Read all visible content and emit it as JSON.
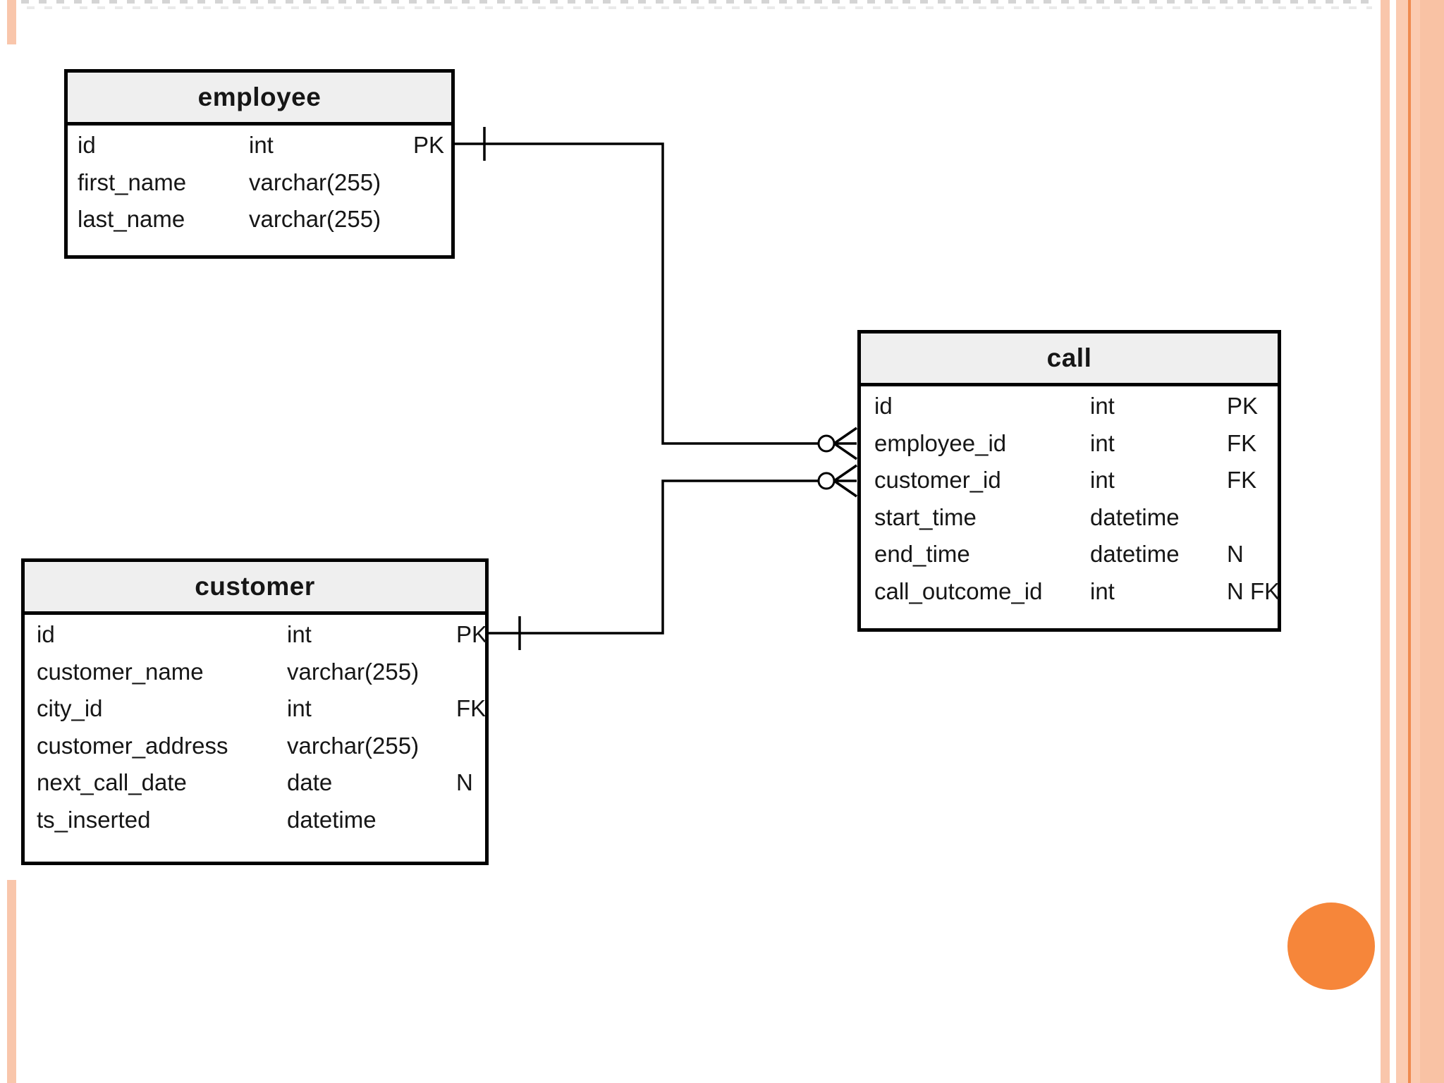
{
  "colors": {
    "accent-orange": "#f6863a",
    "accent-line": "#ef8a4e",
    "salmon": "#f9c6ab",
    "salmon-band": "#fbcbb1",
    "salmon-deep": "#f9c2a4",
    "table-header-bg": "#efefef",
    "line-color": "#000000"
  },
  "diagram": {
    "tables": [
      {
        "name": "employee",
        "columns": [
          {
            "name": "id",
            "type": "int",
            "flags": "PK"
          },
          {
            "name": "first_name",
            "type": "varchar(255)",
            "flags": ""
          },
          {
            "name": "last_name",
            "type": "varchar(255)",
            "flags": ""
          }
        ]
      },
      {
        "name": "call",
        "columns": [
          {
            "name": "id",
            "type": "int",
            "flags": "PK"
          },
          {
            "name": "employee_id",
            "type": "int",
            "flags": "FK"
          },
          {
            "name": "customer_id",
            "type": "int",
            "flags": "FK"
          },
          {
            "name": "start_time",
            "type": "datetime",
            "flags": ""
          },
          {
            "name": "end_time",
            "type": "datetime",
            "flags": "N"
          },
          {
            "name": "call_outcome_id",
            "type": "int",
            "flags": "N FK"
          }
        ]
      },
      {
        "name": "customer",
        "columns": [
          {
            "name": "id",
            "type": "int",
            "flags": "PK"
          },
          {
            "name": "customer_name",
            "type": "varchar(255)",
            "flags": ""
          },
          {
            "name": "city_id",
            "type": "int",
            "flags": "FK"
          },
          {
            "name": "customer_address",
            "type": "varchar(255)",
            "flags": ""
          },
          {
            "name": "next_call_date",
            "type": "date",
            "flags": "N"
          },
          {
            "name": "ts_inserted",
            "type": "datetime",
            "flags": ""
          }
        ]
      }
    ],
    "relationships": [
      {
        "from_table": "employee",
        "from_column": "id",
        "to_table": "call",
        "to_column": "employee_id",
        "from_cardinality": "one",
        "to_cardinality": "zero-or-many"
      },
      {
        "from_table": "customer",
        "from_column": "id",
        "to_table": "call",
        "to_column": "customer_id",
        "from_cardinality": "one",
        "to_cardinality": "zero-or-many"
      }
    ]
  }
}
